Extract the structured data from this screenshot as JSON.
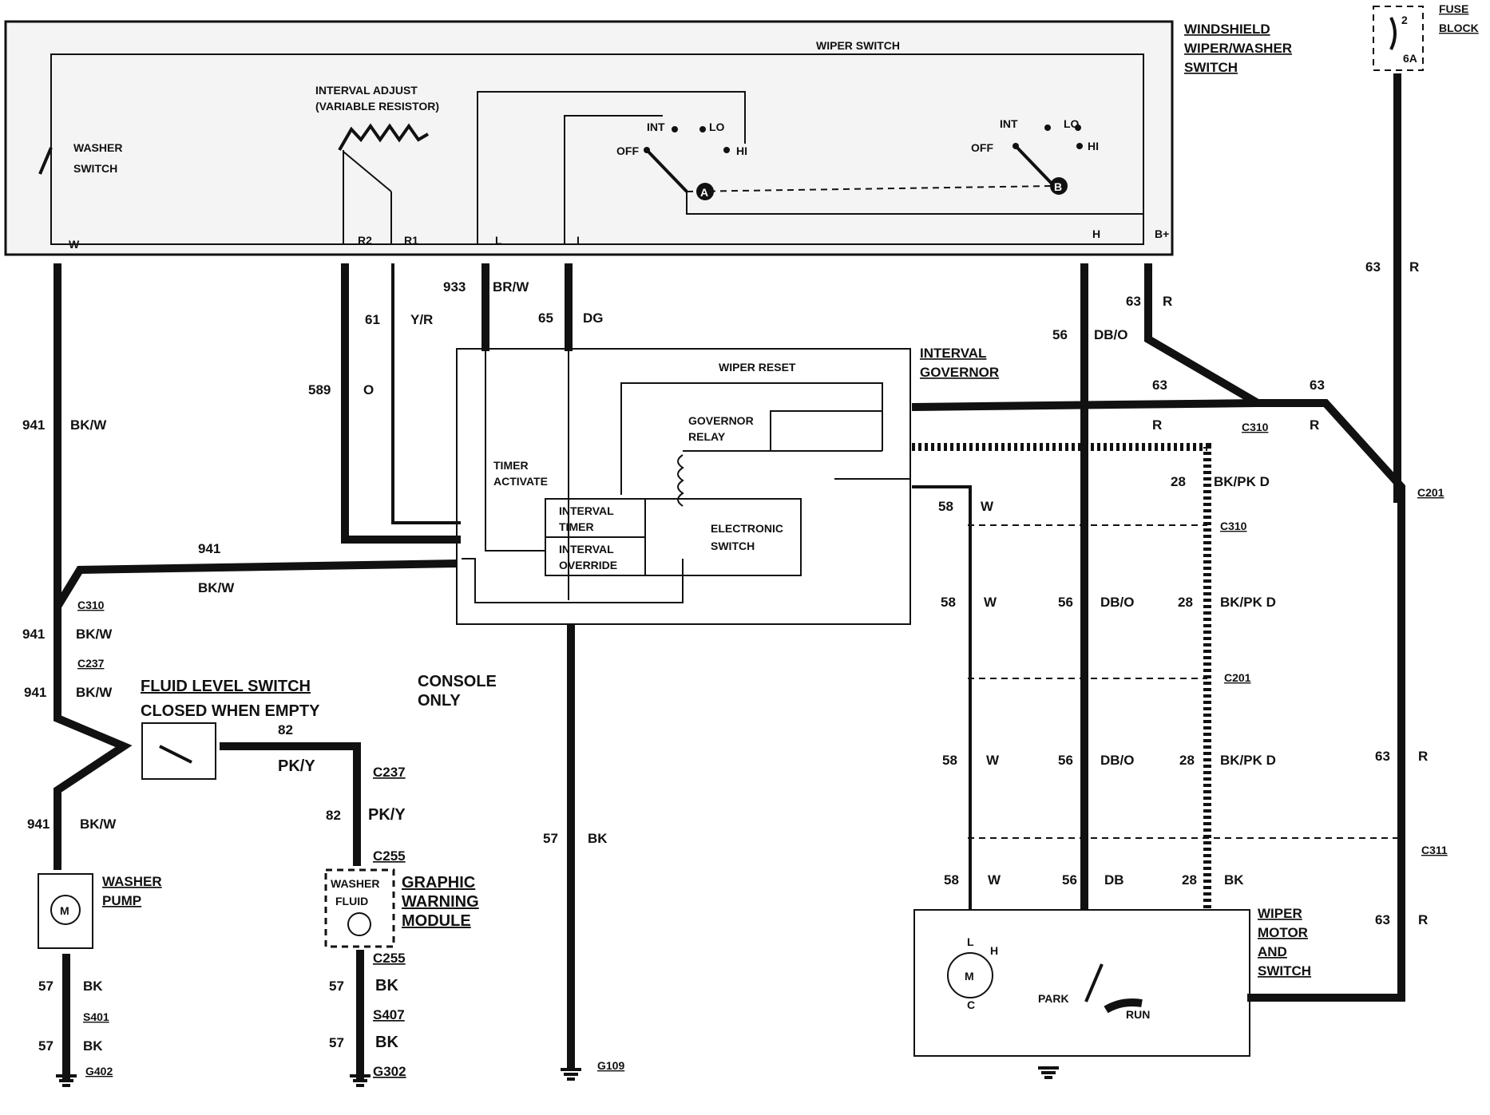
{
  "components": {
    "switch_title": [
      "WINDSHIELD",
      "WIPER/WASHER",
      "SWITCH"
    ],
    "wiper_switch": "WIPER SWITCH",
    "interval_adjust": [
      "INTERVAL ADJUST",
      "(VARIABLE RESISTOR)"
    ],
    "washer_switch": [
      "WASHER",
      "SWITCH"
    ],
    "fuse_block": [
      "FUSE",
      "BLOCK"
    ],
    "fuse_num": "2",
    "fuse_amp": "6A",
    "interval_governor": [
      "INTERVAL",
      "GOVERNOR"
    ],
    "wiper_reset": "WIPER RESET",
    "governor_relay": [
      "GOVERNOR",
      "RELAY"
    ],
    "timer_activate": [
      "TIMER",
      "ACTIVATE"
    ],
    "interval_timer": [
      "INTERVAL",
      "TIMER"
    ],
    "interval_override": [
      "INTERVAL",
      "OVERRIDE"
    ],
    "electronic_switch": [
      "ELECTRONIC",
      "SWITCH"
    ],
    "fluid_level_switch": [
      "FLUID LEVEL SWITCH",
      "CLOSED WHEN EMPTY"
    ],
    "console_only": [
      "CONSOLE",
      "ONLY"
    ],
    "washer_pump": [
      "WASHER",
      "PUMP"
    ],
    "graphic_warning_module": [
      "GRAPHIC",
      "WARNING",
      "MODULE"
    ],
    "washer_fluid": [
      "WASHER",
      "FLUID"
    ],
    "wiper_motor": [
      "WIPER",
      "MOTOR",
      "AND",
      "SWITCH"
    ],
    "park": "PARK",
    "run": "RUN",
    "motor_m": "M",
    "motor_terminals": [
      "L",
      "H",
      "C"
    ],
    "switch_positions": [
      "INT",
      "LO",
      "OFF",
      "HI"
    ],
    "contacts": [
      "A",
      "B"
    ],
    "switch_terminals": [
      "W",
      "R2",
      "R1",
      "L",
      "I",
      "H",
      "B+"
    ]
  },
  "circuits": {
    "c941": "941",
    "bkw": "BK/W",
    "c933": "933",
    "brw": "BR/W",
    "c65": "65",
    "dg": "DG",
    "c61": "61",
    "yr": "Y/R",
    "c589": "589",
    "o": "O",
    "c56": "56",
    "dbo": "DB/O",
    "db": "DB",
    "c63": "63",
    "r": "R",
    "c28": "28",
    "bkpkd": "BK/PK D",
    "bk": "BK",
    "c58": "58",
    "w": "W",
    "c57": "57",
    "c82": "82",
    "pky": "PK/Y"
  },
  "connectors": {
    "c310": "C310",
    "c201": "C201",
    "c237": "C237",
    "c255": "C255",
    "c311": "C311",
    "s401": "S401",
    "s407": "S407",
    "g402": "G402",
    "g302": "G302",
    "g109": "G109"
  }
}
